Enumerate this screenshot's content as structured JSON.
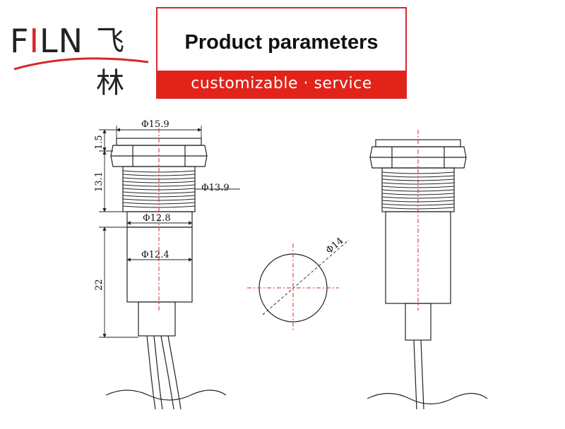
{
  "logo": {
    "latin_first": "F",
    "latin_accent": "I",
    "latin_rest": "LN",
    "chinese": "飞林",
    "brand_color": "#d7262e"
  },
  "banner": {
    "title": "Product parameters",
    "subtitle": "customizable · service",
    "border_color": "#d7262e",
    "fill_color": "#e2231a"
  },
  "dimensions": {
    "head_diameter": "Φ15.9",
    "thread_diameter": "Φ13.9",
    "collar_diameter": "Φ12.8",
    "body_diameter": "Φ12.4",
    "head_height": "1.5",
    "thread_length": "13.1",
    "body_length": "22",
    "panel_hole": "Φ14"
  }
}
